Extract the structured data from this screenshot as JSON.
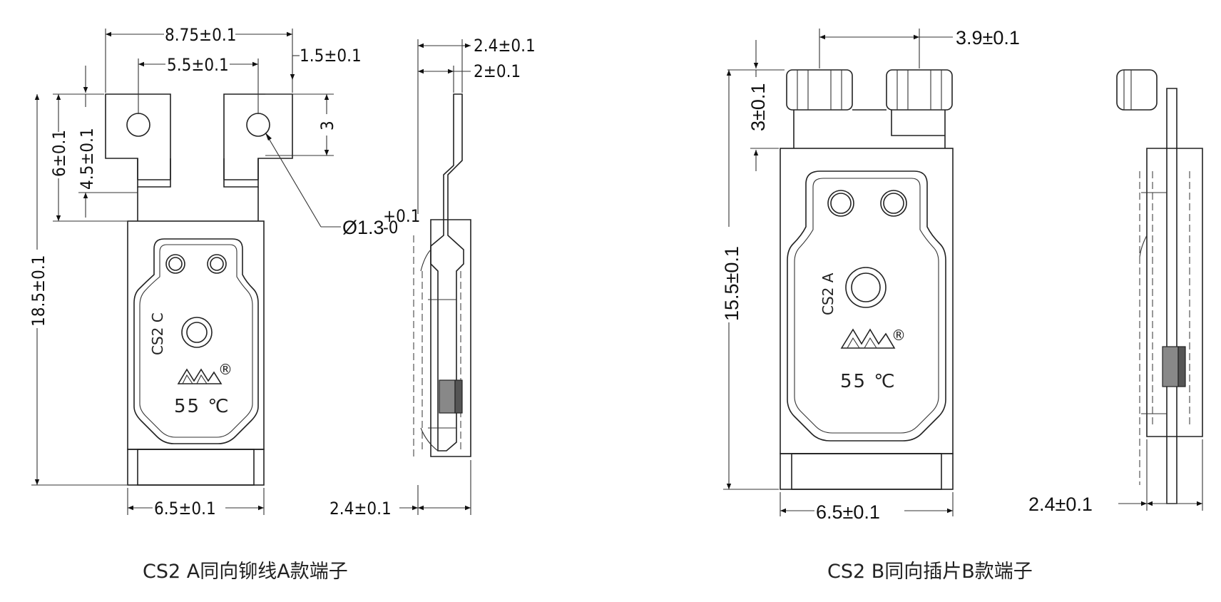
{
  "captions": {
    "left": "CS2 A同向铆线A款端子",
    "right": "CS2 B同向插片B款端子"
  },
  "left_part": {
    "marking": "CS2 C",
    "temperature": "55 ℃",
    "registered": "®",
    "dims": {
      "width_top": "8.75±0.1",
      "hole_spacing": "5.5±0.1",
      "tab_offset": "1.5±0.1",
      "tab_height": "6±0.1",
      "hole_height": "4.5±0.1",
      "hole_pos": "3",
      "hole_dia": "Ø1.3",
      "hole_tol_plus": "+0.1",
      "hole_tol_minus": "-0",
      "total_length": "18.5±0.1",
      "body_width": "6.5±0.1",
      "side_thickness_top": "2.4±0.1",
      "side_thickness_inner": "2±0.1",
      "side_thickness_bottom": "2.4±0.1"
    }
  },
  "right_part": {
    "marking": "CS2 A",
    "temperature": "55 ℃",
    "registered": "®",
    "dims": {
      "tab_spacing": "3.9±0.1",
      "tab_height": "3±0.1",
      "total_length": "15.5±0.1",
      "body_width": "6.5±0.1",
      "side_thickness": "2.4±0.1"
    }
  }
}
